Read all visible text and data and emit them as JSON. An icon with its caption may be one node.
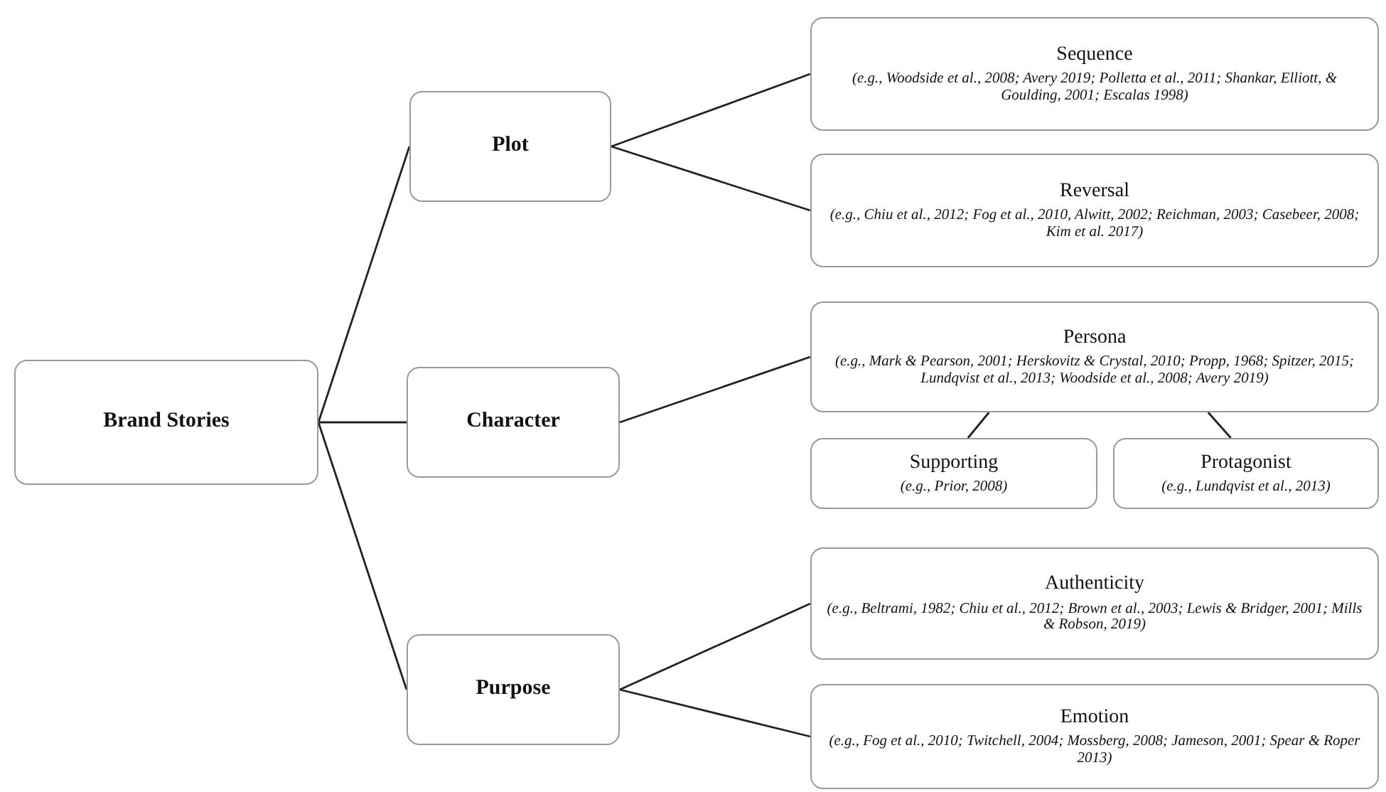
{
  "diagram": {
    "nodes": [
      {
        "text": [
          "Brand Stories"
        ]
      },
      {
        "text": [
          "Plot"
        ]
      },
      {
        "text": [
          "Sequence",
          "(e.g., Woodside et al., 2008; Avery 2019; Polletta et al., 2011; Shankar, Elliott, & Goulding, 2001; Escalas 1998)"
        ]
      },
      {
        "text": [
          "Reversal",
          "(e.g., Chiu et al., 2012; Fog et al., 2010, Alwitt, 2002; Reichman, 2003; Casebeer, 2008; Kim et al. 2017)"
        ]
      },
      {
        "text": [
          "Character"
        ]
      },
      {
        "text": [
          "Persona",
          "(e.g., Mark & Pearson, 2001; Herskovitz & Crystal, 2010; Propp, 1968; Spitzer, 2015; Lundqvist et al., 2013; Woodside et al., 2008; Avery 2019)"
        ]
      },
      {
        "text": [
          "Supporting",
          "(e.g., Prior, 2008)"
        ]
      },
      {
        "text": [
          "Protagonist",
          "(e.g., Lundqvist et al., 2013)"
        ]
      },
      {
        "text": [
          "Purpose"
        ]
      },
      {
        "text": [
          "Authenticity",
          "(e.g., Beltrami, 1982; Chiu et al., 2012; Brown et al., 2003; Lewis & Bridger, 2001; Mills & Robson, 2019)"
        ]
      },
      {
        "text": [
          "Emotion",
          "(e.g., Fog et al., 2010; Twitchell, 2004; Mossberg, 2008; Jameson, 2001; Spear & Roper 2013)"
        ]
      }
    ],
    "edges": [
      {
        "from": 0,
        "to": 1,
        "arrow": "none"
      },
      {
        "from": 0,
        "to": 4,
        "arrow": "none"
      },
      {
        "from": 0,
        "to": 8,
        "arrow": "none"
      },
      {
        "from": 1,
        "to": 2,
        "arrow": "none"
      },
      {
        "from": 1,
        "to": 3,
        "arrow": "none"
      },
      {
        "from": 4,
        "to": 5,
        "arrow": "none"
      },
      {
        "from": 5,
        "to": 6,
        "arrow": "none"
      },
      {
        "from": 5,
        "to": 7,
        "arrow": "none"
      },
      {
        "from": 8,
        "to": 9,
        "arrow": "none"
      },
      {
        "from": 8,
        "to": 10,
        "arrow": "none"
      }
    ]
  }
}
